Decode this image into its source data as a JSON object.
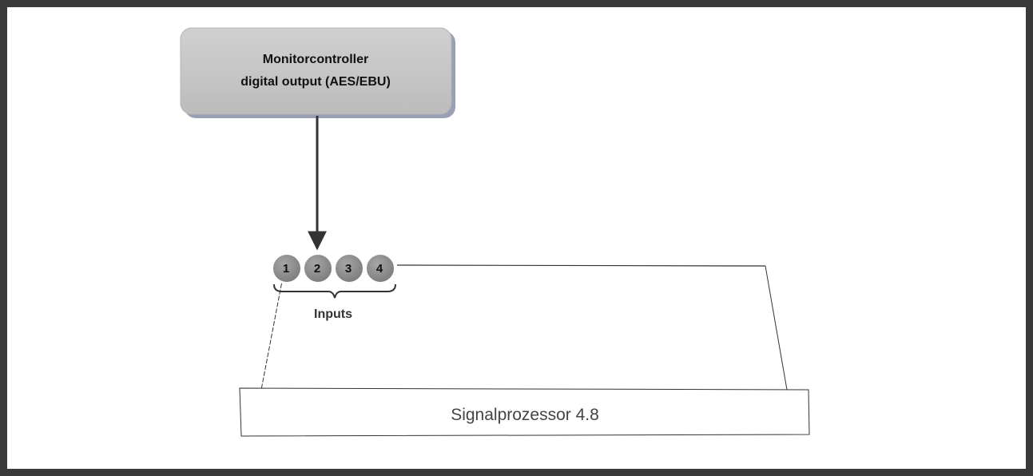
{
  "source_block": {
    "line1": "Monitorcontroller",
    "line2": "digital output (AES/EBU)"
  },
  "inputs": {
    "numbers": [
      "1",
      "2",
      "3",
      "4"
    ],
    "label": "Inputs"
  },
  "device": {
    "label": "Signalprozessor 4.8"
  },
  "colors": {
    "frame": "#3a3a3a",
    "block_fill": "#c8c8c8",
    "block_shadow": "#98a0b4",
    "connector_fill": "#8c8c8c",
    "arrow": "#333333"
  }
}
